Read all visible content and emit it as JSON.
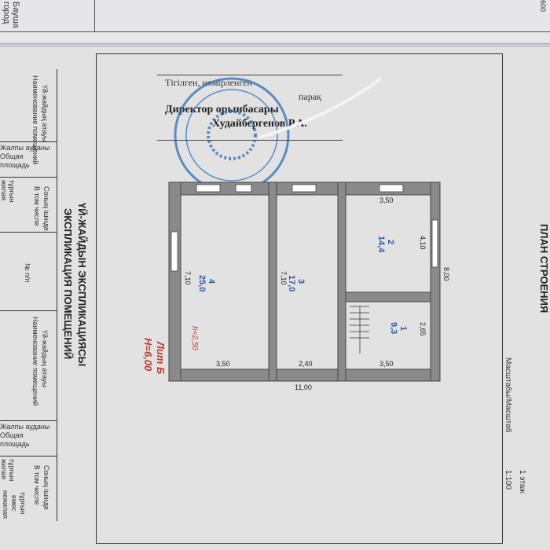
{
  "top_sheet": {
    "left_text": [
      "Бауша",
      "город"
    ],
    "right_text": "600"
  },
  "table": {
    "num": "№ п/п",
    "name_kz": "Үй-жайдың атауы",
    "name_ru": "Наименование помещений",
    "area_kz": "Жалпы ауданы",
    "area_ru1": "Общая",
    "area_ru2": "площадь",
    "incl_kz": "Соның ішінде",
    "incl_ru": "В том числе",
    "living_kz": "тұрғын",
    "living_ru": "жилая",
    "nonliving_kz1": "тұрғын",
    "nonliving_kz2": "емес",
    "nonliving_ru": "нежилая"
  },
  "title_kz": "ҮЙ-ЖАЙДЫН ЭКСПЛИКАЦИЯСЫ",
  "title_ru": "ЭКСПЛИКАЦИЯ ПОМЕЩЕНИЙ",
  "stamp": {
    "line1": "Тігілген, нөмірленген",
    "line2": "парақ",
    "line3": "Директор орынбасары",
    "line4": "Худайбергенов Р.А."
  },
  "plan": {
    "title": "ПЛАН СТРОЕНИЯ",
    "scale_label": "Масштабы/Масштаб",
    "scale": "1:100",
    "floor": "1 этаж",
    "lit": "Лит Б",
    "height_total": "Н=6,00",
    "height_room": "h=2,50",
    "rooms": [
      {
        "num": "4",
        "area": "25,0"
      },
      {
        "num": "3",
        "area": "17,0"
      },
      {
        "num": "2",
        "area": "14,4"
      },
      {
        "num": "1",
        "area": "9,3"
      }
    ],
    "dims": {
      "total_width": "11,00",
      "total_depth": "8,00",
      "r4_w": "3,50",
      "r4_d": "7,10",
      "r3_w": "2,40",
      "r3_d": "7,10",
      "r2_w": "3,50",
      "r2_d": "4,10",
      "r1_w": "3,50",
      "r1_d": "2,65"
    }
  },
  "colors": {
    "stamp": "#2a6fb8",
    "wall": "#8a8a8a",
    "paper": "#e2e2e2"
  }
}
